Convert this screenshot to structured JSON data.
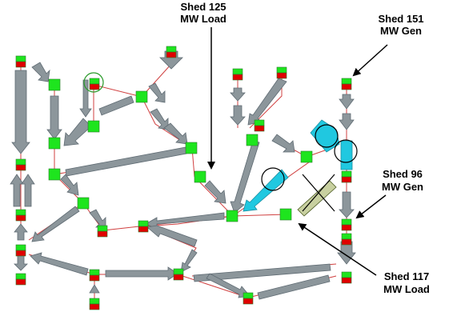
{
  "annotations": {
    "shed_125_line1": "Shed 125",
    "shed_125_line2": "MW Load",
    "shed_151_line1": "Shed 151",
    "shed_151_line2": "MW Gen",
    "shed_96_line1": "Shed 96",
    "shed_96_line2": "MW Gen",
    "shed_117_line1": "Shed 117",
    "shed_117_line2": "MW Load"
  },
  "colors": {
    "bus_green": "#1ee51e",
    "bus_red": "#e00000",
    "flow_grey": "#8c969b",
    "flow_dark": "#5f6b73",
    "highlight_cyan": "#20c8e0",
    "line_red": "#d04040",
    "annotation_black": "#000000"
  }
}
